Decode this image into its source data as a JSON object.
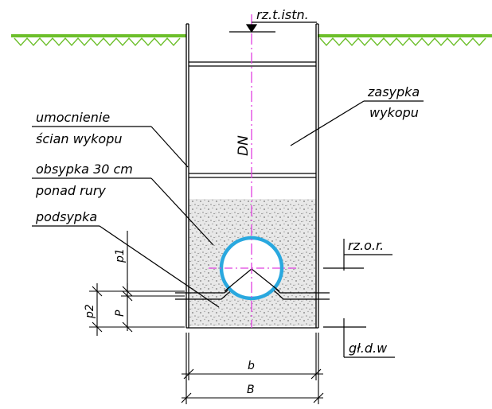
{
  "labels": {
    "existing_terrain_level": "rz.t.istn.",
    "backfill_line1": "zasypka",
    "backfill_line2": "wykopu",
    "wall_support_line1": "umocnienie",
    "wall_support_line2": "ścian wykopu",
    "cover_line1": "obsypka 30 cm",
    "cover_line2": "ponad rury",
    "bedding": "podsypka",
    "pipe_diameter": "DN",
    "pipe_bottom_level": "rz.o.r.",
    "trench_depth": "gł.d.w"
  },
  "dimensions": {
    "p1": "p1",
    "p2": "p2",
    "P": "P",
    "b": "b",
    "B": "B"
  },
  "colors": {
    "ground_line": "#6cbf2a",
    "pipe_outline": "#29a8df",
    "axis_line": "#e040e0",
    "gravel": "#d6d6d6",
    "ink": "#000000"
  },
  "icons": {
    "terrain": "ground-hatch-icon",
    "level_marker": "level-triangle-icon"
  }
}
